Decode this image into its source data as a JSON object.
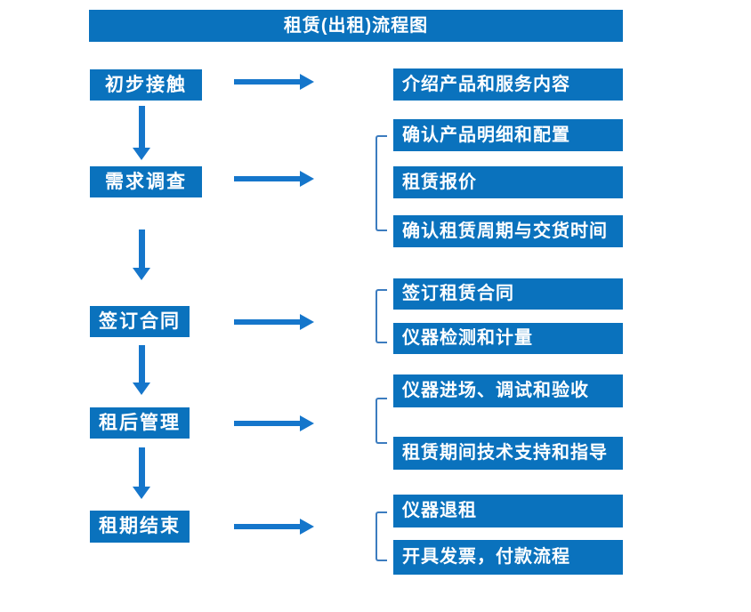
{
  "title": "租赁(出租)流程图",
  "colors": {
    "primary": "#0a72bd",
    "arrow": "#1576cb",
    "bracket": "#3c7cbf",
    "text": "#ffffff",
    "background": "#ffffff"
  },
  "steps": [
    {
      "label": "初步接触",
      "outputs": [
        "介绍产品和服务内容"
      ]
    },
    {
      "label": "需求调查",
      "outputs": [
        "确认产品明细和配置",
        "租赁报价",
        "确认租赁周期与交货时间"
      ]
    },
    {
      "label": "签订合同",
      "outputs": [
        "签订租赁合同",
        "仪器检测和计量"
      ]
    },
    {
      "label": "租后管理",
      "outputs": [
        "仪器进场、调试和验收",
        "租赁期间技术支持和指导"
      ]
    },
    {
      "label": "租期结束",
      "outputs": [
        "仪器退租",
        "开具发票，付款流程"
      ]
    }
  ]
}
